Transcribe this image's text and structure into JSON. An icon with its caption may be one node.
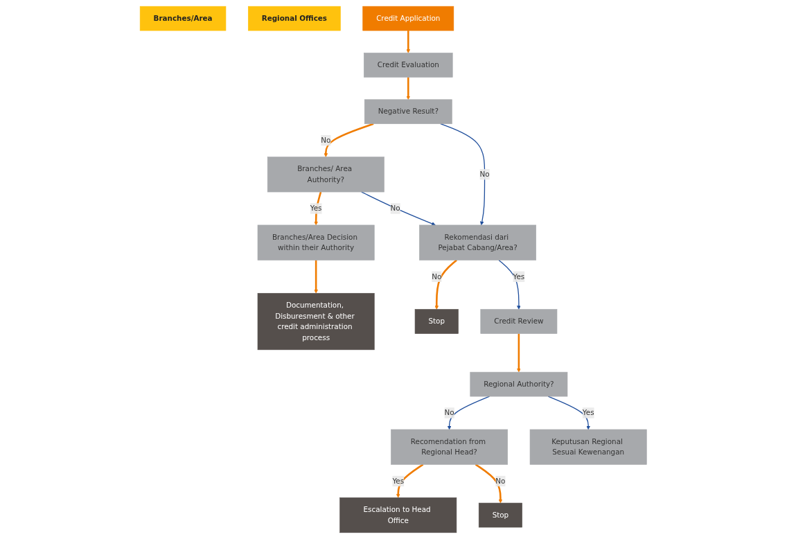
{
  "diagram": {
    "nodes": [
      {
        "text": [
          "Branches/Area"
        ]
      },
      {
        "text": [
          "Regional Offices"
        ]
      },
      {
        "text": [
          "Credit Application"
        ]
      },
      {
        "text": [
          "Credit Evaluation"
        ]
      },
      {
        "text": [
          "Negative Result?"
        ]
      },
      {
        "text": [
          "Branches/ Area Authority?"
        ]
      },
      {
        "text": [
          "Branches/Area Decision within their Authority"
        ]
      },
      {
        "text": [
          "Documentation, Disburesment & other credit administration process"
        ]
      },
      {
        "text": [
          "Rekomendasi dari Pejabat Cabang/Area?"
        ]
      },
      {
        "text": [
          "Stop"
        ]
      },
      {
        "text": [
          "Credit Review"
        ]
      },
      {
        "text": [
          "Regional Authority?"
        ]
      },
      {
        "text": [
          "Recomendation from Regional Head?"
        ]
      },
      {
        "text": [
          "Escalation to Head Office"
        ]
      },
      {
        "text": [
          "Stop"
        ]
      },
      {
        "text": [
          "Keputusan Regional Sesuai Kewenangan"
        ]
      }
    ],
    "edges": [
      {
        "from": 2,
        "to": 3,
        "arrow": "to"
      },
      {
        "from": 3,
        "to": 4,
        "arrow": "to"
      },
      {
        "from": 4,
        "to": 5,
        "arrow": "to",
        "label": "No"
      },
      {
        "from": 4,
        "to": 8,
        "arrow": "to",
        "label": "No",
        "color": "#1f4e9c"
      },
      {
        "from": 5,
        "to": 8,
        "arrow": "to",
        "label": "No",
        "color": "#1f4e9c"
      },
      {
        "from": 5,
        "to": 6,
        "arrow": "to",
        "label": "Yes"
      },
      {
        "from": 6,
        "to": 7,
        "arrow": "to"
      },
      {
        "from": 8,
        "to": 9,
        "arrow": "to",
        "label": "No"
      },
      {
        "from": 8,
        "to": 10,
        "arrow": "to",
        "label": "Yes",
        "color": "#1f4e9c"
      },
      {
        "from": 10,
        "to": 11,
        "arrow": "to"
      },
      {
        "from": 11,
        "to": 12,
        "arrow": "to",
        "label": "No",
        "color": "#1f4e9c"
      },
      {
        "from": 11,
        "to": 15,
        "arrow": "to",
        "label": "Yes",
        "color": "#1f4e9c"
      },
      {
        "from": 12,
        "to": 13,
        "arrow": "to",
        "label": "Yes"
      },
      {
        "from": 12,
        "to": 14,
        "arrow": "to",
        "label": "No"
      }
    ]
  }
}
